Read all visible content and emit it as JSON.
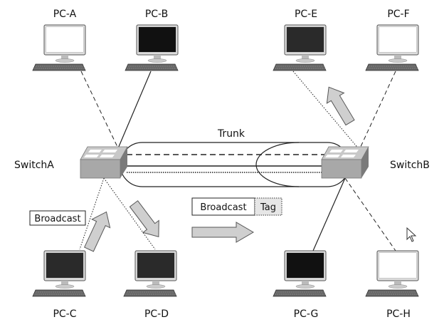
{
  "pcs": [
    {
      "label": "PC-A",
      "screen": "#ffffff"
    },
    {
      "label": "PC-B",
      "screen": "#111111"
    },
    {
      "label": "PC-E",
      "screen": "#2a2a2a"
    },
    {
      "label": "PC-F",
      "screen": "#ffffff"
    },
    {
      "label": "PC-C",
      "screen": "#2a2a2a"
    },
    {
      "label": "PC-D",
      "screen": "#2a2a2a"
    },
    {
      "label": "PC-G",
      "screen": "#111111"
    },
    {
      "label": "PC-H",
      "screen": "#ffffff"
    }
  ],
  "switches": {
    "a": "SwitchA",
    "b": "SwitchB"
  },
  "trunk": "Trunk",
  "frames": {
    "broadcast_left": "Broadcast",
    "broadcast_trunk": "Broadcast",
    "tag": "Tag"
  },
  "colors": {
    "arrow_fill": "#cfcfcf",
    "switch_top": "#c8c8c8",
    "switch_front": "#a8a8a8",
    "tag_fill": "#e6e6e6"
  }
}
